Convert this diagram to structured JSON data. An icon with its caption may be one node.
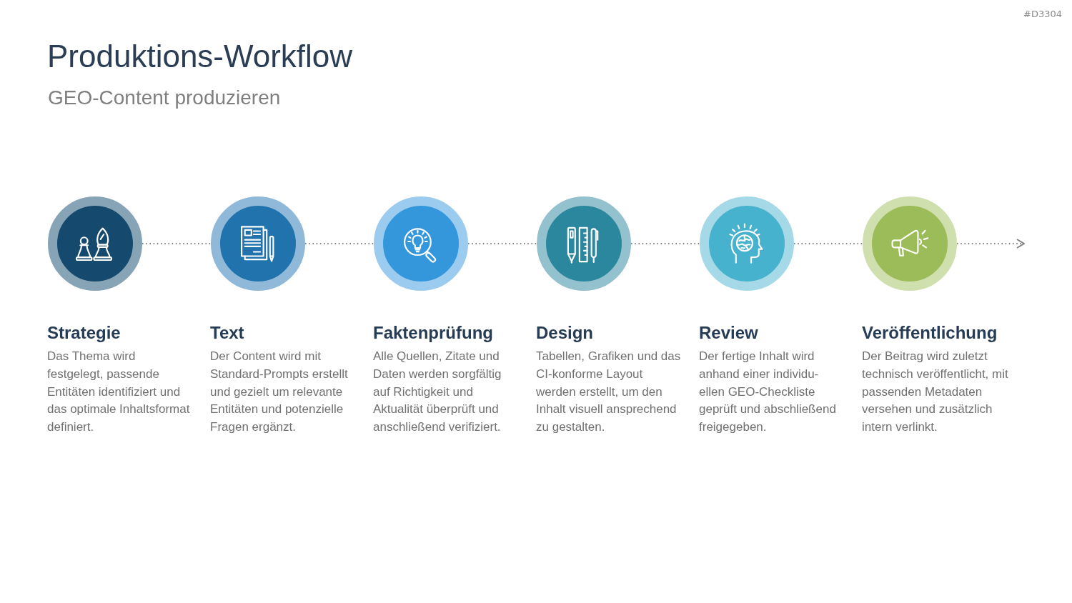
{
  "diagram": {
    "title": "Produktions-Workflow",
    "nodes": [
      {
        "text": [],
        "shape": "circle",
        "beside": [
          "Strategie",
          "Das Thema wird festgelegt, passende Entitäten identifiziert und das optimale Inhaltsformat definiert."
        ]
      },
      {
        "text": [],
        "shape": "circle",
        "beside": [
          "Text",
          "Der Content wird mit Standard-Prompts erstellt und gezielt um relevante Entitäten und potenzielle Fragen ergänzt."
        ]
      },
      {
        "text": [],
        "shape": "circle",
        "beside": [
          "Faktenprüfung",
          "Alle Quellen, Zitate und Daten werden sorgfältig auf Richtigkeit und Aktualität überprüft und anschließend verifiziert."
        ]
      },
      {
        "text": [],
        "shape": "circle",
        "beside": [
          "Design",
          "Tabellen, Grafiken und das CI-konforme Layout werden erstellt, um den Inhalt visuell ansprechend zu gestalten."
        ]
      },
      {
        "text": [],
        "shape": "circle",
        "beside": [
          "Review",
          "Der fertige Inhalt wird anhand einer individu- ellen GEO-Checkliste geprüft und abschließend freigegeben."
        ]
      },
      {
        "text": [],
        "shape": "circle",
        "beside": [
          "Veröffentlichung",
          "Der Beitrag wird zuletzt technisch veröffentlicht, mit passenden Metadaten versehen und zusätzlich intern verlinkt."
        ]
      }
    ],
    "edges": [
      {
        "from": 0,
        "to": 1,
        "arrow": "none",
        "style": "dashed"
      },
      {
        "from": 1,
        "to": 2,
        "arrow": "none",
        "style": "dashed"
      },
      {
        "from": 2,
        "to": 3,
        "arrow": "none",
        "style": "dashed"
      },
      {
        "from": 3,
        "to": 4,
        "arrow": "none",
        "style": "dashed"
      },
      {
        "from": 4,
        "to": 5,
        "arrow": "none",
        "style": "dashed"
      },
      {
        "from": 5,
        "to": null,
        "arrow": "to",
        "style": "dashed"
      }
    ],
    "labels": [
      "#D3304",
      "GEO-Content produzieren"
    ]
  }
}
